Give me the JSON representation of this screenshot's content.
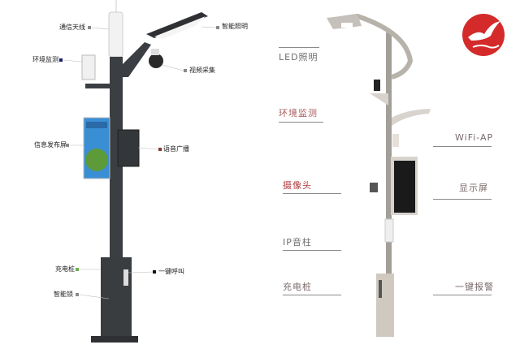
{
  "left_pole": {
    "labels": [
      {
        "text": "通信天线",
        "marker_color": "#8a8a8a"
      },
      {
        "text": "智能照明",
        "marker_color": "#8a8a8a"
      },
      {
        "text": "环境监测",
        "marker_color": "#1a1f6b"
      },
      {
        "text": "视频采集",
        "marker_color": "#8a8a8a"
      },
      {
        "text": "信息发布屏",
        "marker_color": "#8a8a8a"
      },
      {
        "text": "语音广播",
        "marker_color": "#8a3a30"
      },
      {
        "text": "充电桩",
        "marker_color": "#6ab04c"
      },
      {
        "text": "一键呼叫",
        "marker_color": "#111111"
      },
      {
        "text": "智能锁",
        "marker_color": "#8a8a8a"
      }
    ],
    "pole_color": "#3b3e42"
  },
  "right_pole": {
    "labels": [
      {
        "text": "LED照明",
        "color": "#6e6e6e"
      },
      {
        "text": "环境监测",
        "color": "#a85a5a"
      },
      {
        "text": "WiFi-AP",
        "color": "#7a6a6a"
      },
      {
        "text": "摄像头",
        "color": "#b0383c"
      },
      {
        "text": "显示屏",
        "color": "#7a6a6a"
      },
      {
        "text": "IP音柱",
        "color": "#6e6e6e"
      },
      {
        "text": "充电桩",
        "color": "#7a6a6a"
      },
      {
        "text": "一键报警",
        "color": "#7a6a6a"
      }
    ],
    "pole_color": "#a39f98"
  },
  "logo": {
    "icon": "seagull-logo",
    "color": "#d42a2a"
  }
}
